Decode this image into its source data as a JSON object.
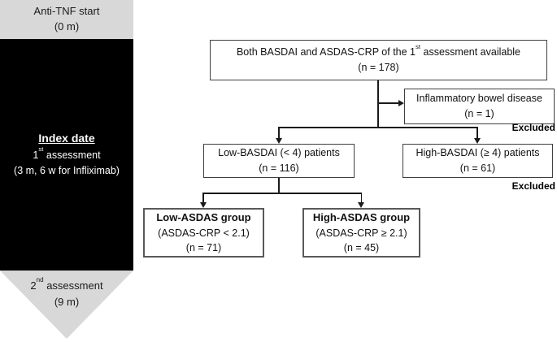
{
  "timeline": {
    "start": {
      "line1": "Anti-TNF start",
      "line2": "(0 m)"
    },
    "index": {
      "title": "Index date",
      "line2_prefix": "1",
      "line2_sup": "st",
      "line2_suffix": " assessment",
      "line3": "(3 m, 6 w for Infliximab)"
    },
    "end": {
      "line1_prefix": "2",
      "line1_sup": "nd",
      "line1_suffix": " assessment",
      "line2": "(9 m)"
    }
  },
  "flowchart": {
    "top_box": {
      "line1_prefix": "Both BASDAI and ASDAS-CRP of the 1",
      "line1_sup": "st",
      "line1_suffix": " assessment available",
      "line2": "(n = 178)"
    },
    "ibd_box": {
      "line1": "Inflammatory bowel disease",
      "line2": "(n = 1)"
    },
    "excluded_ibd": "Excluded",
    "low_basdai_box": {
      "line1": "Low-BASDAI (< 4) patients",
      "line2": "(n = 116)"
    },
    "high_basdai_box": {
      "line1": "High-BASDAI (≥ 4) patients",
      "line2": "(n = 61)"
    },
    "excluded_high_basdai": "Excluded",
    "low_asdas_box": {
      "title": "Low-ASDAS group",
      "line2": "(ASDAS-CRP < 2.1)",
      "line3": "(n = 71)"
    },
    "high_asdas_box": {
      "title": "High-ASDAS group",
      "line2": "(ASDAS-CRP ≥ 2.1)",
      "line3": "(n = 45)"
    }
  },
  "colors": {
    "timeline_gray": "#d8d8d8",
    "timeline_black": "#000000",
    "box_border": "#3f3f3f",
    "group_box_border": "#595959",
    "connector": "#1a1a1a"
  }
}
